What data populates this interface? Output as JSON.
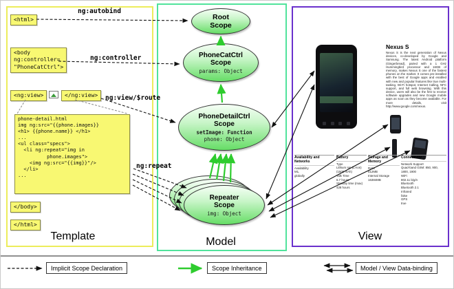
{
  "template": {
    "column_label": "Template",
    "html_open": "<html>",
    "body_open": "<body\nng:controller=\n\"PhoneCatCtrl\">",
    "ngview_open": "<ng:view>",
    "ngview_close": "</ng:view>",
    "detail_code": "phone-detail.html\nimg ng:src=\"{{phone.images}}\n<h1> {{phone.name}} </h1>\n...\n<ul class=\"specs\">\n  <li ng:repeat=\"img in\n          phone.images\">\n    <img ng:src=\"{{img}}\"/>\n  </li>\n...",
    "body_close": "</body>",
    "html_close": "</html>",
    "autobind_label": "ng:autobind",
    "controller_label": "ng:controller",
    "ngview_label": "ng:view/$route",
    "ngrepeat_label": "ng:repeat"
  },
  "model": {
    "column_label": "Model",
    "root_scope_title": "Root\nScope",
    "phonecat_title": "PhoneCatCtrl\nScope",
    "phonecat_prop": "params: Object",
    "phonedetail_title": "PhoneDetailCtrl\nScope",
    "phonedetail_prop1": "setImage: Function",
    "phonedetail_prop2": "phone: Object",
    "repeater_title": "Repeater\nScope",
    "repeater_prop": "img: Object"
  },
  "view": {
    "column_label": "View",
    "device_title": "Nexus S",
    "device_description": "Nexus S is the next generation of Nexus devices, co-developed by Google and Samsung. The latest Android platform (Gingerbread), paired with a 1 GHz Hummingbird processor and 16GB of memory, makes Nexus S one of the fastest phones on the market. It comes pre-installed with the best of Google apps and enabled with new and popular features like true multi-tasking, Wi-Fi hotspot, Internet Calling, NFC support, and full web browsing. With this device, users will also be the first to receive software upgrades and new Google mobile apps as soon as they become available. For more details, visit http://www.google.com/nexus.",
    "table": {
      "col1_title": "Availability and Networks",
      "col1_body": "Availability\nM1,\nglobally",
      "col2_title": "Battery",
      "col2_body": "Type\nLithium Ion (Li-Ion)\n(1500 mAh)\nTalk Time\n6.7 hours\nStandby time (max)\n428 hours",
      "col3_title": "Storage and Memory",
      "col3_body": "RAM\n512MB\nInternal Storage\n16384MB",
      "col4_title": "Connectivity",
      "col4_body": "Network Support\nQuad-band GSM: 850, 900,\n1800, 1900\nWiFi\n802.11 b/g/n\nBluetooth\nBluetooth 2.1\nInfrared\nfalse\nGPS\ntrue"
    }
  },
  "legend": {
    "implicit": "Implicit Scope Declaration",
    "inheritance": "Scope Inheritance",
    "databinding": "Model / View Data-binding"
  },
  "colors": {
    "template_border": "#ecec5a",
    "model_border": "#4fe39b",
    "view_border": "#6a30cc",
    "code_bg": "#f8f872",
    "scope_green": "#66dd66",
    "arrow_green": "#2ecc2e"
  }
}
